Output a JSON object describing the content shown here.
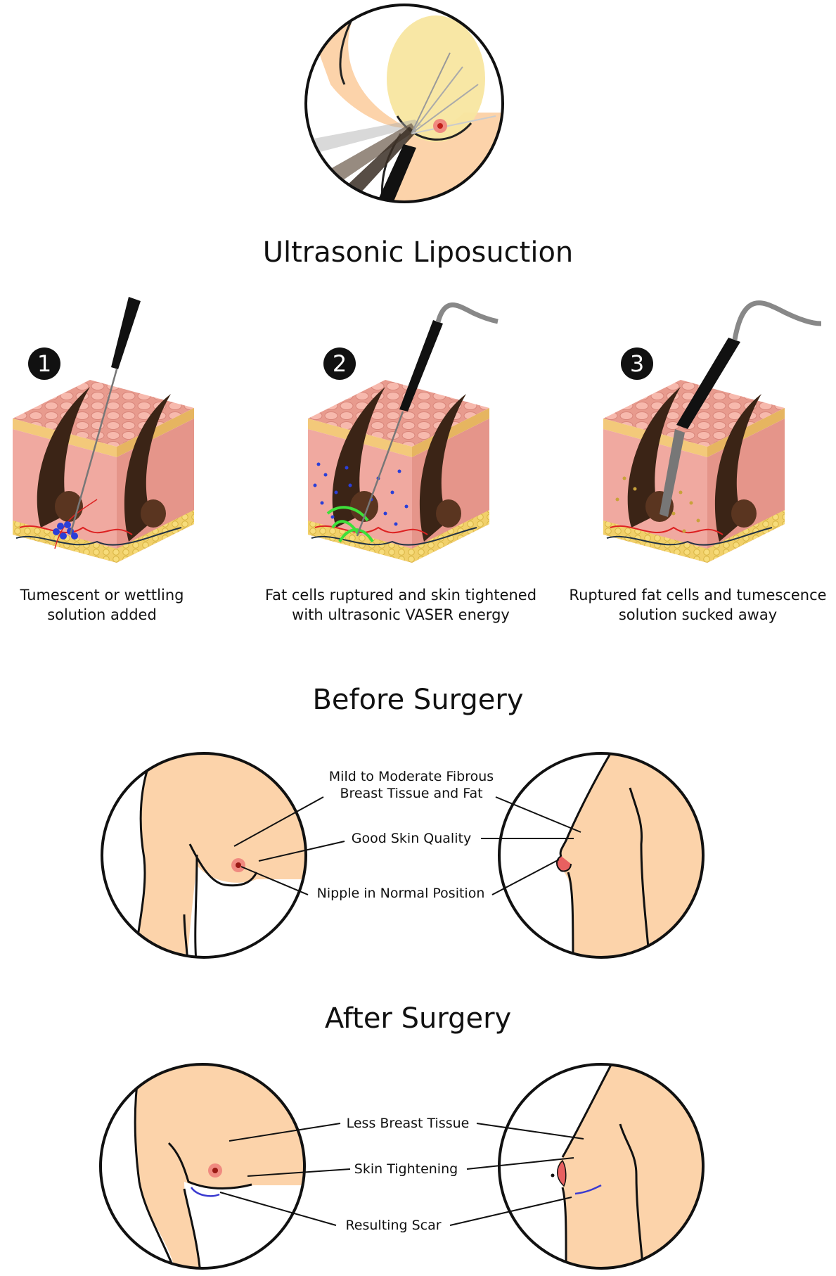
{
  "title": "Ultrasonic Liposuction",
  "steps": [
    {
      "number": "1",
      "caption_line1": "Tumescent or wettling",
      "caption_line2": "solution added"
    },
    {
      "number": "2",
      "caption_line1": "Fat cells ruptured and skin tightened",
      "caption_line2": "with ultrasonic VASER energy"
    },
    {
      "number": "3",
      "caption_line1": "Ruptured fat cells and tumescence",
      "caption_line2": "solution sucked away"
    }
  ],
  "before": {
    "heading": "Before Surgery",
    "label_tissue_line1": "Mild to Moderate Fibrous",
    "label_tissue_line2": "Breast Tissue and Fat",
    "label_skin": "Good Skin Quality",
    "label_nipple": "Nipple in Normal Position"
  },
  "after": {
    "heading": "After Surgery",
    "label_tissue": "Less Breast Tissue",
    "label_skin": "Skin Tightening",
    "label_scar": "Resulting Scar"
  },
  "colors": {
    "skin": "#fcd3aa",
    "fat": "#f8e6a0",
    "nipple": "#e86060",
    "scar": "#3a3ad0"
  }
}
